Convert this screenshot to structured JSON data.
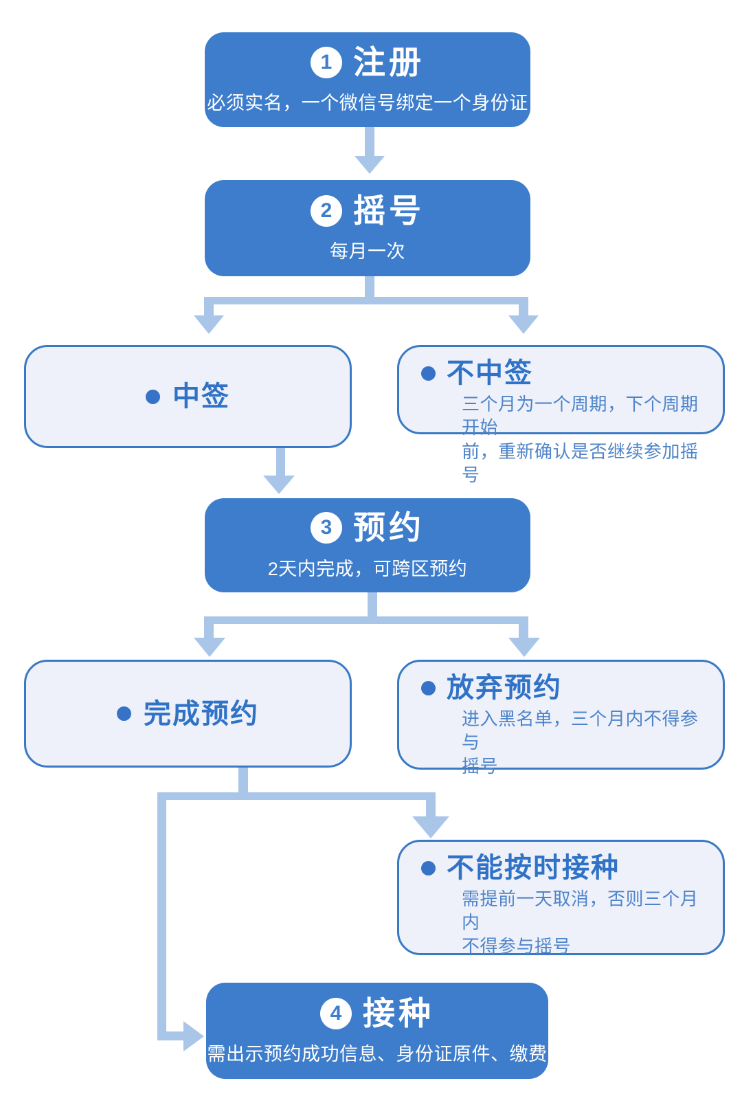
{
  "colors": {
    "primary_blue": "#3d7dcb",
    "arrow_blue": "#a9c6e9",
    "light_box_bg": "#eef1fa",
    "light_box_border": "#3a79c4",
    "light_title_text": "#2f72c6",
    "light_body_text": "#4e84c9",
    "step_text": "#ffffff"
  },
  "steps": [
    {
      "number": "1",
      "title": "注册",
      "subtitle": "必须实名，一个微信号绑定一个身份证"
    },
    {
      "number": "2",
      "title": "摇号",
      "subtitle": "每月一次"
    },
    {
      "number": "3",
      "title": "预约",
      "subtitle": "2天内完成，可跨区预约"
    },
    {
      "number": "4",
      "title": "接种",
      "subtitle": "需出示预约成功信息、身份证原件、缴费"
    }
  ],
  "outcomes": {
    "win": {
      "title": "中签",
      "body": ""
    },
    "lose": {
      "title": "不中签",
      "body": "三个月为一个周期，下个周期开始\n前，重新确认是否继续参加摇号"
    },
    "complete": {
      "title": "完成预约",
      "body": ""
    },
    "abandon": {
      "title": "放弃预约",
      "body": "进入黑名单，三个月内不得参与\n摇号"
    },
    "miss": {
      "title": "不能按时接种",
      "body": "需提前一天取消，否则三个月内\n不得参与摇号"
    }
  }
}
